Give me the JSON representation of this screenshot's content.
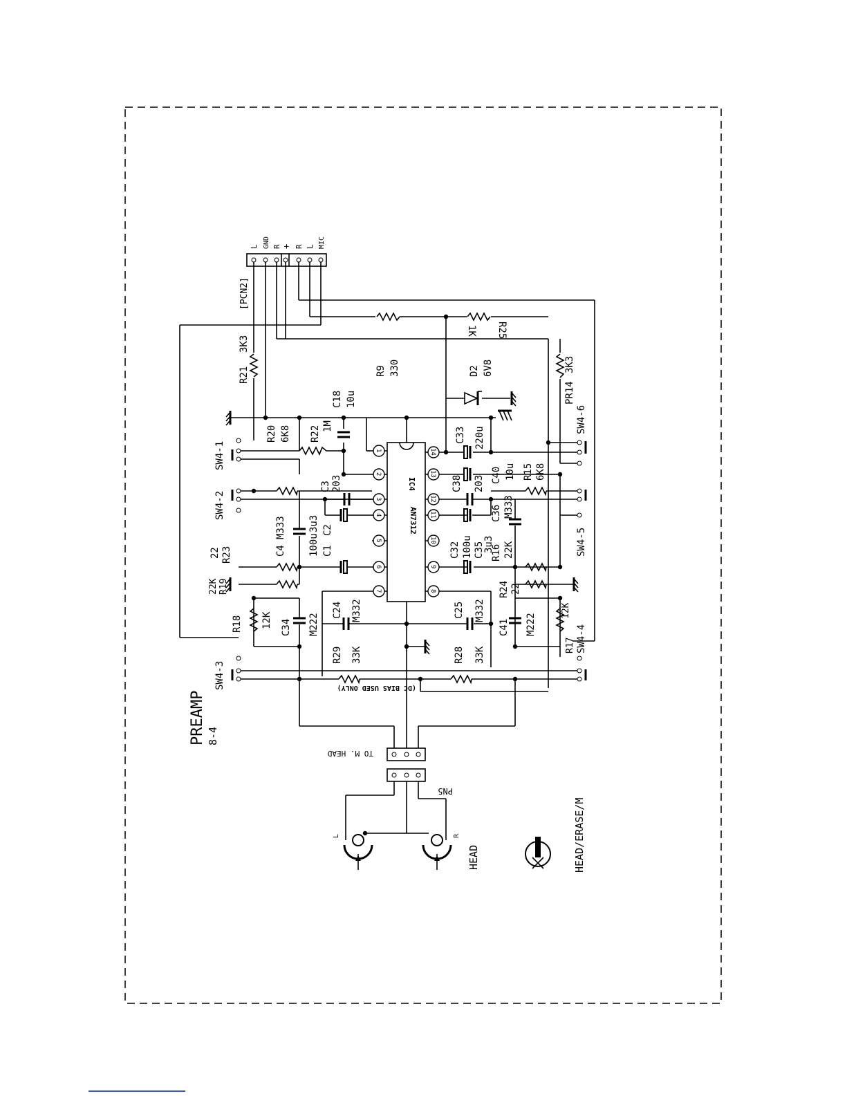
{
  "sheet": {
    "title": "PREAMP",
    "subtitle": "8-4",
    "ic_ref": "IC4",
    "ic_part": "AN7312",
    "dc_bias_note": "(DC BIAS USED ONLY)",
    "to_head_label": "TO M. HEAD",
    "pn5_label": "PN5",
    "head_label": "HEAD",
    "head_left": "L",
    "head_right": "R",
    "erase_label": "HEAD/ERASE/M"
  },
  "connector_pcn2": {
    "label": "[PCN2]",
    "pins": [
      "L",
      "GND",
      "R",
      "+",
      "R",
      "L",
      "MIC"
    ]
  },
  "ic_pins": [
    "1",
    "2",
    "3",
    "4",
    "5",
    "6",
    "7",
    "8",
    "9",
    "10",
    "11",
    "12",
    "13",
    "14"
  ],
  "switches": [
    "SW4-1",
    "SW4-2",
    "SW4-3",
    "SW4-4",
    "SW4-5",
    "SW4-6"
  ],
  "components": [
    {
      "ref": "R21",
      "value": "3K3"
    },
    {
      "ref": "R9",
      "value": "330"
    },
    {
      "ref": "R25",
      "value": "1K"
    },
    {
      "ref": "D2",
      "value": "6V8"
    },
    {
      "ref": "PR14",
      "value": "3K3"
    },
    {
      "ref": "C18",
      "value": "10u"
    },
    {
      "ref": "R20",
      "value": "6K8"
    },
    {
      "ref": "R22",
      "value": "1M"
    },
    {
      "ref": "C33",
      "value": "220u"
    },
    {
      "ref": "C3",
      "value": "203"
    },
    {
      "ref": "C38",
      "value": "203"
    },
    {
      "ref": "C40",
      "value": "10u"
    },
    {
      "ref": "R15",
      "value": "6K8"
    },
    {
      "ref": "C36",
      "value": "M333"
    },
    {
      "ref": "C4",
      "value": "M333"
    },
    {
      "ref": "C2",
      "value": "3u3"
    },
    {
      "ref": "C1",
      "value": "100u"
    },
    {
      "ref": "C32",
      "value": "100u"
    },
    {
      "ref": "C35",
      "value": "3u3"
    },
    {
      "ref": "R23",
      "value": "22"
    },
    {
      "ref": "R19",
      "value": "22K"
    },
    {
      "ref": "R16",
      "value": "22K"
    },
    {
      "ref": "R24",
      "value": "22"
    },
    {
      "ref": "C24",
      "value": "M332"
    },
    {
      "ref": "C25",
      "value": "M332"
    },
    {
      "ref": "R18",
      "value": "12K"
    },
    {
      "ref": "C34",
      "value": "M222"
    },
    {
      "ref": "C41",
      "value": "M222"
    },
    {
      "ref": "R17",
      "value": "12K"
    },
    {
      "ref": "R29",
      "value": "33K"
    },
    {
      "ref": "R28",
      "value": "33K"
    }
  ]
}
